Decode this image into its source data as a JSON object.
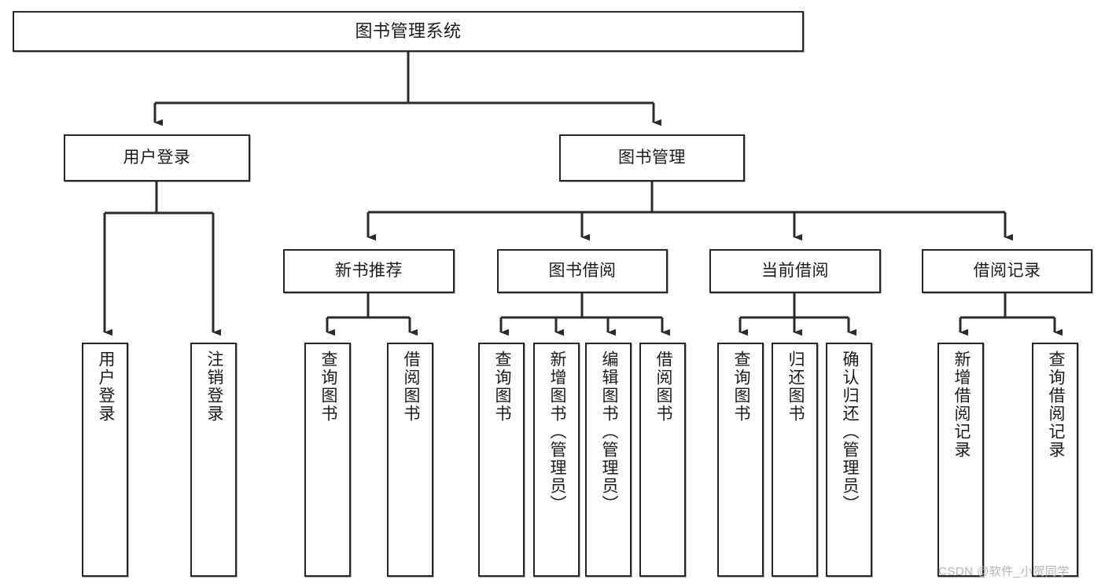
{
  "diagram": {
    "title": "图书管理系统",
    "type": "tree-structure-diagram",
    "watermark": "CSDN @软件_小贺同学",
    "colors": {
      "box_border": "#27272a",
      "box_fill": "#ffffff",
      "connector": "#2b2b2b",
      "text": "#1b1b1f",
      "watermark": "#b4b4b8",
      "background": "#ffffff"
    },
    "root": {
      "label": "图书管理系统"
    },
    "level2": [
      {
        "label": "用户登录"
      },
      {
        "label": "图书管理"
      }
    ],
    "level3": [
      {
        "label": "新书推荐"
      },
      {
        "label": "图书借阅"
      },
      {
        "label": "当前借阅"
      },
      {
        "label": "借阅记录"
      }
    ],
    "leaves": {
      "user_login": [
        {
          "label": "用户登录"
        },
        {
          "label": "注销登录"
        }
      ],
      "new_book_recommend": [
        {
          "label": "查询图书"
        },
        {
          "label": "借阅图书"
        }
      ],
      "book_borrow": [
        {
          "label": "查询图书"
        },
        {
          "label": "新增图书（管理员）"
        },
        {
          "label": "编辑图书（管理员）"
        },
        {
          "label": "借阅图书"
        }
      ],
      "current_borrow": [
        {
          "label": "查询图书"
        },
        {
          "label": "归还图书"
        },
        {
          "label": "确认归还（管理员）"
        }
      ],
      "borrow_records": [
        {
          "label": "新增借阅记录"
        },
        {
          "label": "查询借阅记录"
        }
      ]
    }
  }
}
